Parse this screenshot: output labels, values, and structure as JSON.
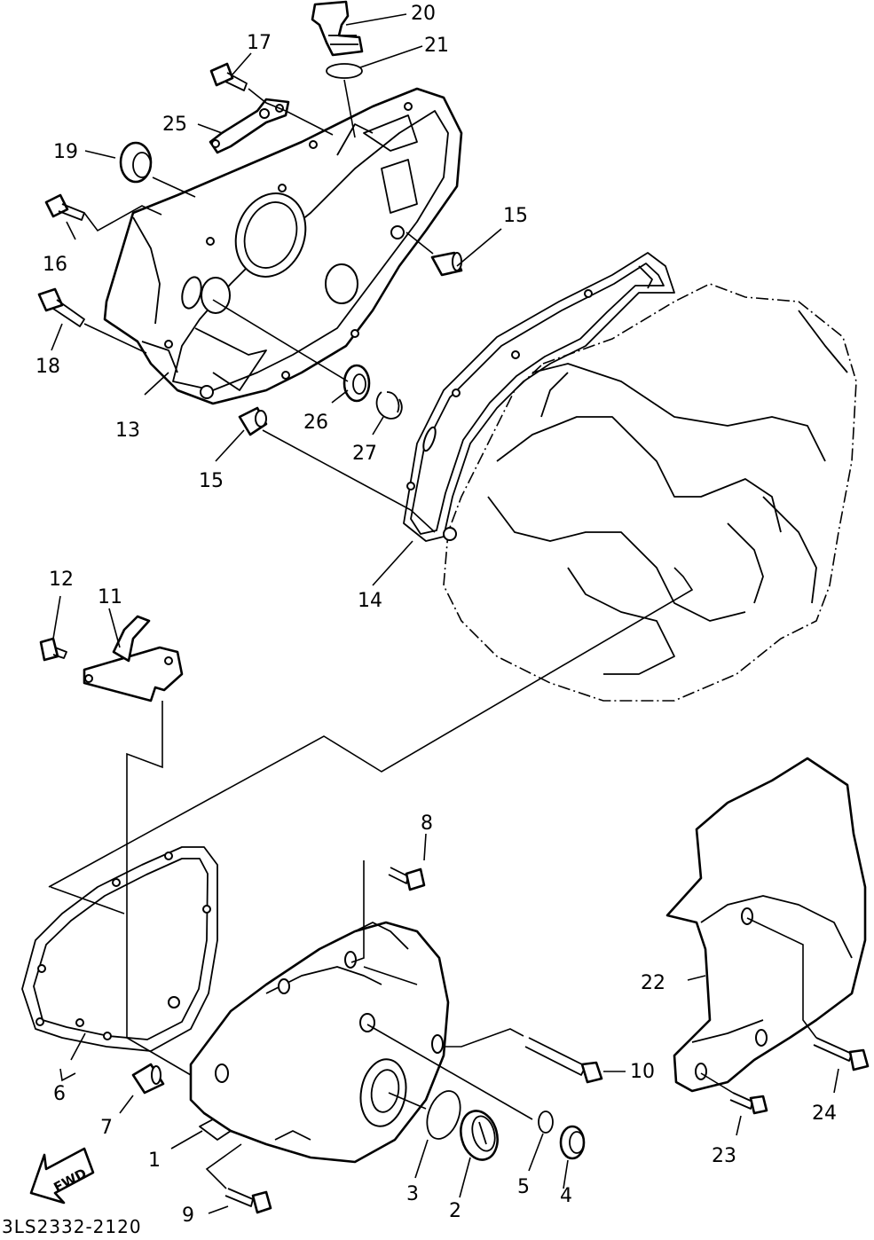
{
  "diagram": {
    "drawing_code": "3LS2332-2120",
    "fwd_label": "FWD",
    "callouts": [
      {
        "id": "c1",
        "label": "1"
      },
      {
        "id": "c2",
        "label": "2"
      },
      {
        "id": "c3",
        "label": "3"
      },
      {
        "id": "c4",
        "label": "4"
      },
      {
        "id": "c5",
        "label": "5"
      },
      {
        "id": "c6",
        "label": "6"
      },
      {
        "id": "c7",
        "label": "7"
      },
      {
        "id": "c8",
        "label": "8"
      },
      {
        "id": "c9",
        "label": "9"
      },
      {
        "id": "c10",
        "label": "10"
      },
      {
        "id": "c11",
        "label": "11"
      },
      {
        "id": "c12",
        "label": "12"
      },
      {
        "id": "c13",
        "label": "13"
      },
      {
        "id": "c14",
        "label": "14"
      },
      {
        "id": "c15a",
        "label": "15"
      },
      {
        "id": "c15b",
        "label": "15"
      },
      {
        "id": "c16",
        "label": "16"
      },
      {
        "id": "c17",
        "label": "17"
      },
      {
        "id": "c18",
        "label": "18"
      },
      {
        "id": "c19",
        "label": "19"
      },
      {
        "id": "c20",
        "label": "20"
      },
      {
        "id": "c21",
        "label": "21"
      },
      {
        "id": "c22",
        "label": "22"
      },
      {
        "id": "c23",
        "label": "23"
      },
      {
        "id": "c24",
        "label": "24"
      },
      {
        "id": "c25",
        "label": "25"
      },
      {
        "id": "c26",
        "label": "26"
      },
      {
        "id": "c27",
        "label": "27"
      }
    ]
  }
}
